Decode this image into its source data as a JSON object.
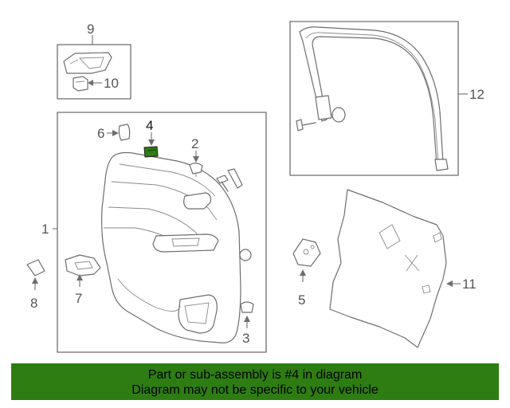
{
  "callouts": {
    "c1": "1",
    "c2": "2",
    "c3": "3",
    "c4": "4",
    "c5": "5",
    "c6": "6",
    "c7": "7",
    "c8": "8",
    "c9": "9",
    "c10": "10",
    "c11": "11",
    "c12": "12"
  },
  "highlighted_part": "4",
  "colors": {
    "highlight_part": "#2e7d12",
    "banner_background": "#2e7d12",
    "line_art": "#6e6e6e"
  },
  "banner": {
    "line1": "Part or sub-assembly is #4 in diagram",
    "line2": "Diagram may not be specific to your vehicle"
  }
}
